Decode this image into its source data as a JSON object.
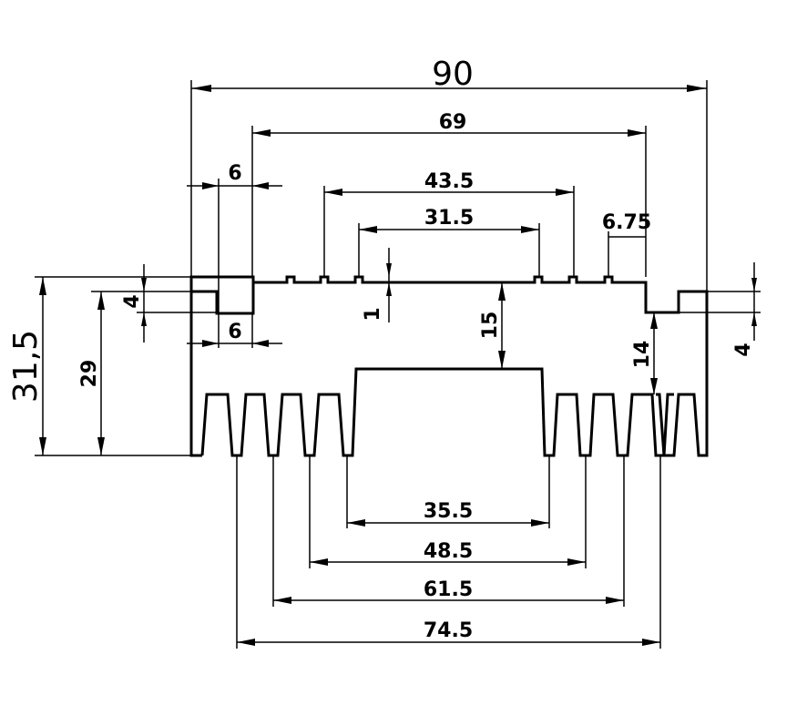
{
  "labels": {
    "overall_width": "90",
    "overall_height": "31,5",
    "inner_width": "69",
    "groove_outer": "43.5",
    "groove_inner": "31.5",
    "groove_pitch": "6.75",
    "flange_top": "6",
    "flange_bottom": "6",
    "step_left": "4",
    "step_right": "4",
    "groove_depth": "1",
    "center_height": "15",
    "body_height": "29",
    "right_height": "14",
    "fin_span_1": "35.5",
    "fin_span_2": "48.5",
    "fin_span_3": "61.5",
    "fin_span_4": "74.5"
  }
}
